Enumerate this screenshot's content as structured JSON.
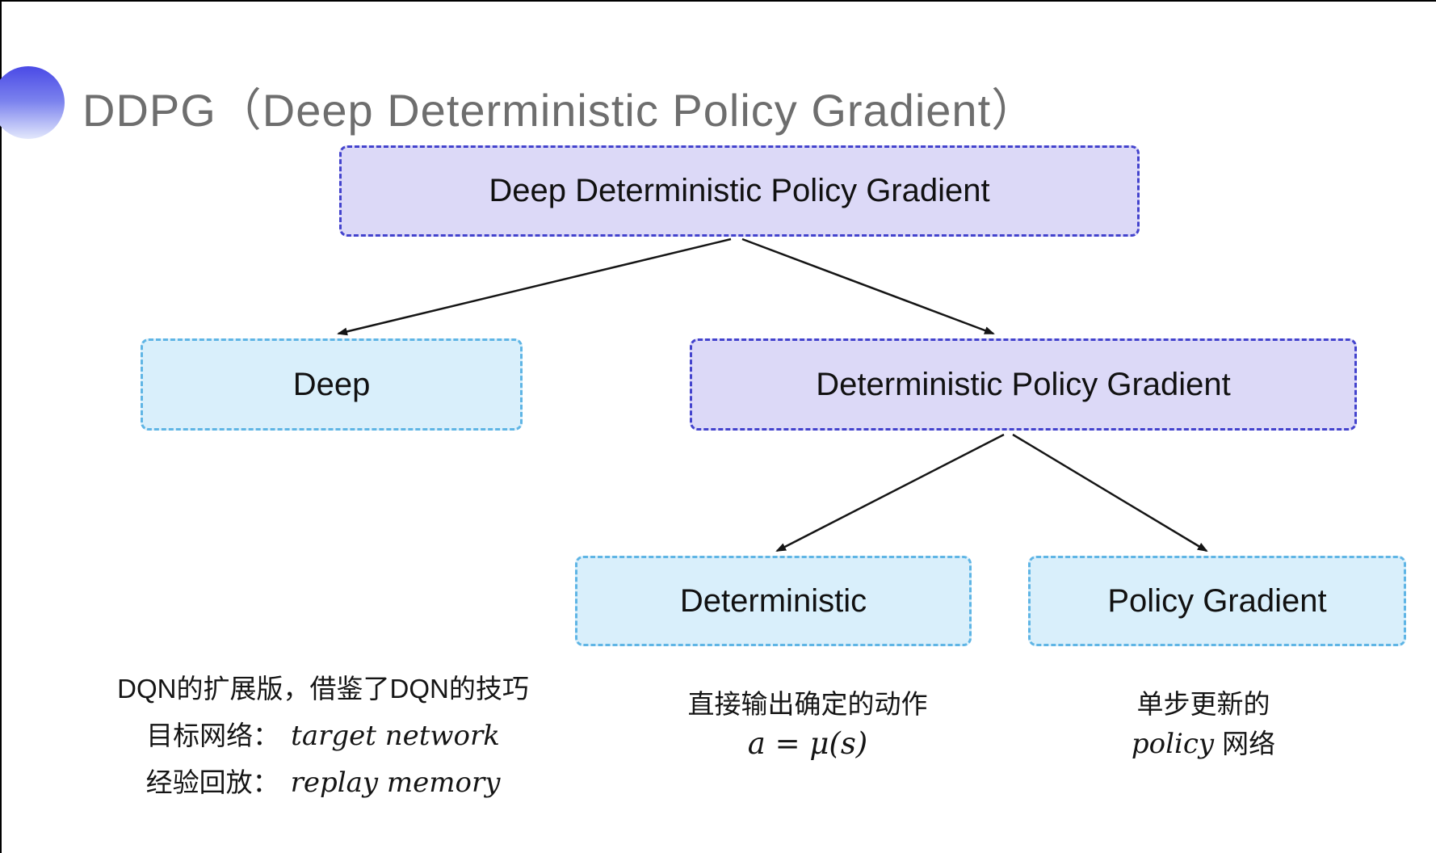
{
  "title": {
    "text": "DDPG（Deep Deterministic Policy Gradient）"
  },
  "nodes": {
    "root": "Deep Deterministic Policy Gradient",
    "deep": "Deep",
    "dpg": "Deterministic Policy Gradient",
    "deterministic": "Deterministic",
    "policy_gradient": "Policy Gradient"
  },
  "edges": [
    {
      "from": "root",
      "to": "deep"
    },
    {
      "from": "root",
      "to": "dpg"
    },
    {
      "from": "dpg",
      "to": "deterministic"
    },
    {
      "from": "dpg",
      "to": "policy_gradient"
    }
  ],
  "notes": {
    "deep": {
      "line1": "DQN的扩展版，借鉴了DQN的技巧",
      "line2_label": "目标网络：",
      "line2_term": "target network",
      "line3_label": "经验回放：",
      "line3_term": "replay memory"
    },
    "deterministic": {
      "line1": "直接输出确定的动作",
      "formula": "a = μ(s)"
    },
    "policy_gradient": {
      "line1": "单步更新的",
      "line2_term": "policy",
      "line2_label": "网络"
    }
  },
  "colors": {
    "purple_fill": "#dcd9f7",
    "purple_border": "#4343cd",
    "cyan_fill": "#d9effb",
    "cyan_border": "#5fb5e5",
    "title_gray": "#6e6e6e",
    "arrow": "#151515",
    "bullet_gradient_top": "#4a4ae6",
    "bullet_gradient_bottom": "#e3e8fc"
  }
}
